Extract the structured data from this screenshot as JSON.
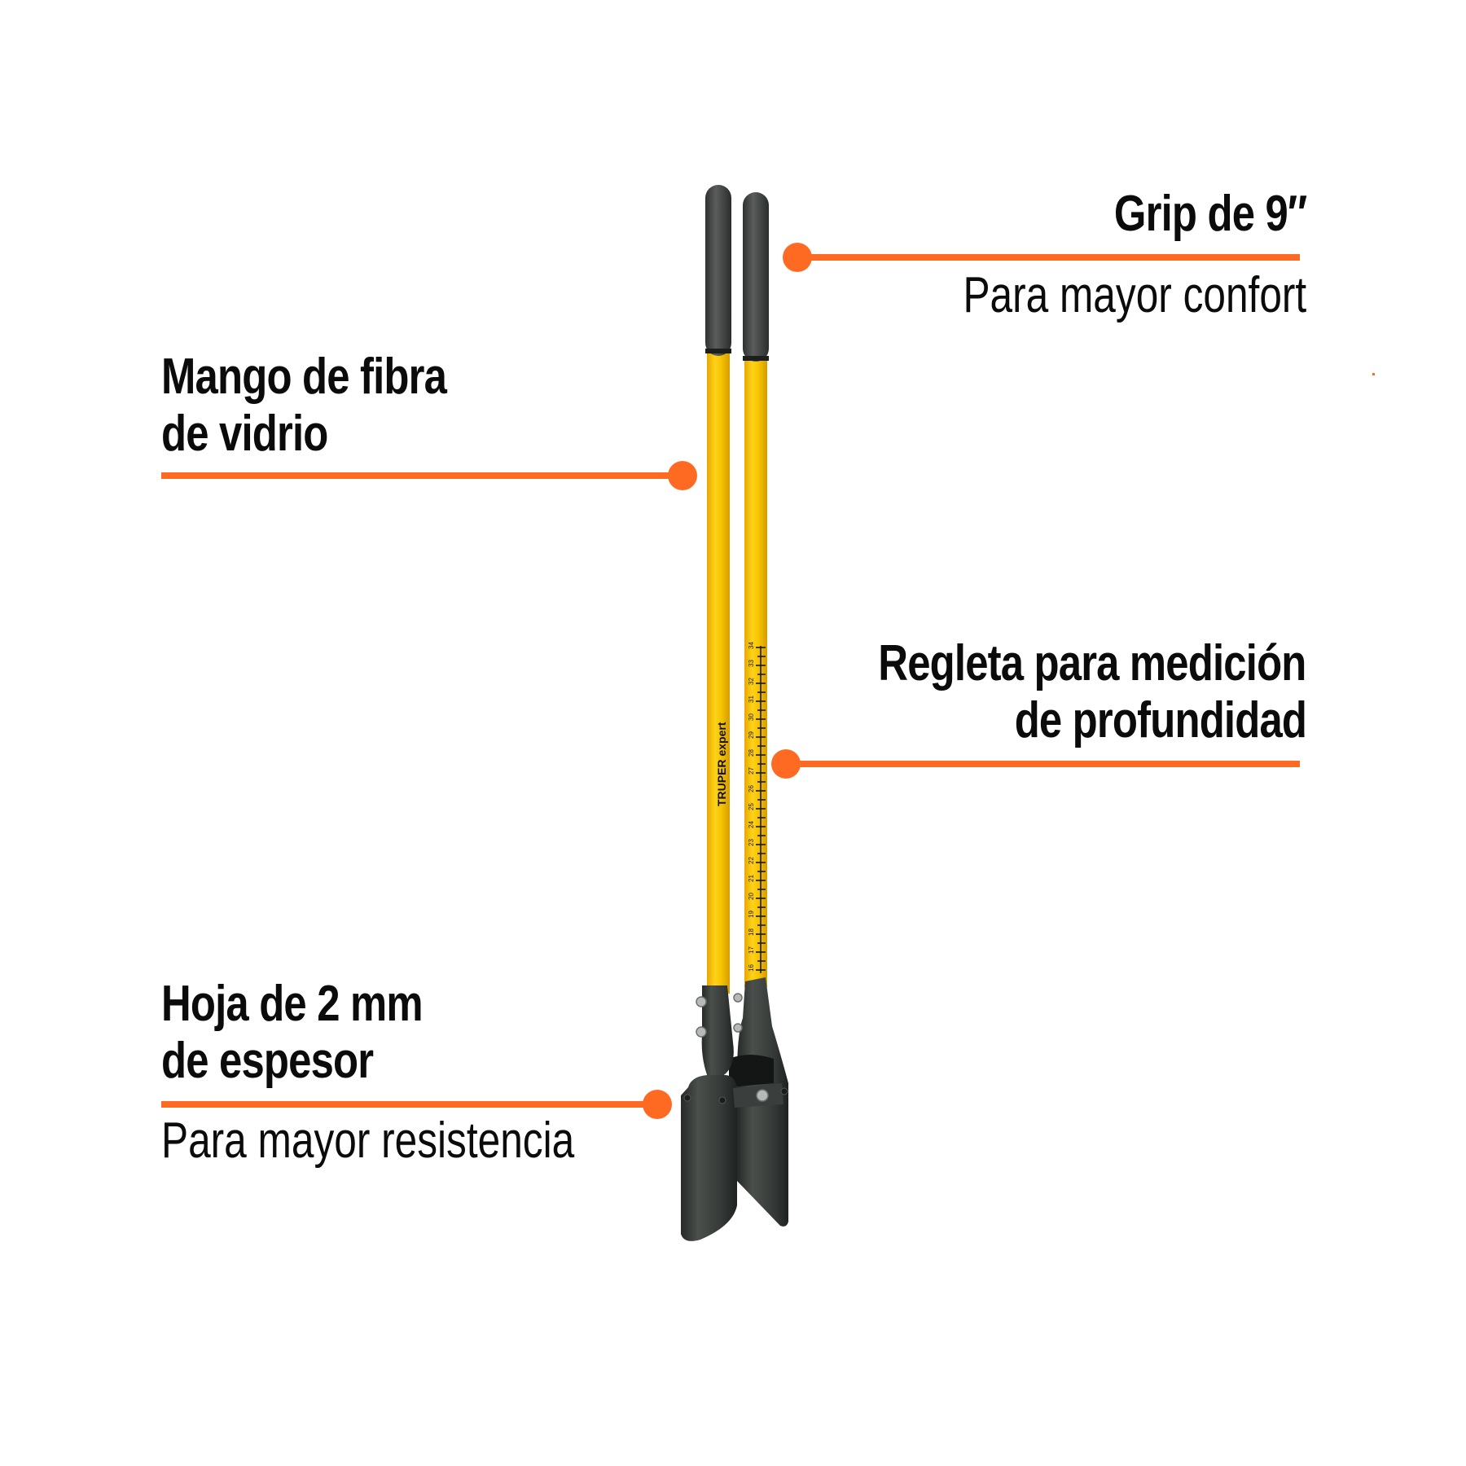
{
  "product": {
    "brand_label": "TRUPER expert",
    "ruler_marks": [
      "16",
      "17",
      "18",
      "19",
      "20",
      "21",
      "22",
      "23",
      "24",
      "25",
      "26",
      "27",
      "28",
      "29",
      "30",
      "31",
      "32",
      "33",
      "34"
    ]
  },
  "callouts": {
    "grip": {
      "title": "Grip de 9″",
      "subtitle": "Para mayor confort"
    },
    "handle": {
      "title_line1": "Mango de fibra",
      "title_line2": "de vidrio"
    },
    "ruler": {
      "title_line1": "Regleta para medición",
      "title_line2": "de profundidad"
    },
    "blade": {
      "title_line1": "Hoja de 2 mm",
      "title_line2": "de espesor",
      "subtitle": "Para mayor resistencia"
    }
  },
  "colors": {
    "accent": "#ff6a23",
    "handle_yellow": "#f5c400",
    "grip_dark": "#3b3e3c",
    "blade_dark": "#2f3331",
    "text": "#0b0b0b"
  }
}
